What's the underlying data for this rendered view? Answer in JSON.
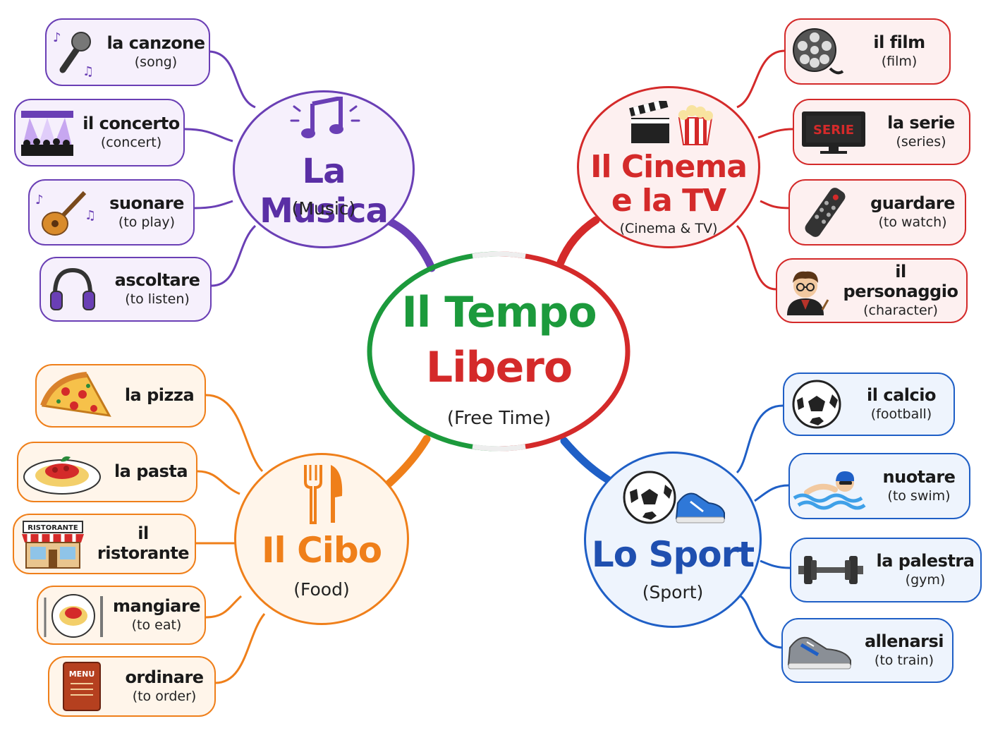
{
  "center": {
    "title_line1": "Il Tempo",
    "title_line2": "Libero",
    "subtitle": "(Free Time)"
  },
  "colors": {
    "music": "#6a3fb5",
    "cinema": "#d42a2a",
    "food": "#ef7f1a",
    "sport": "#1f5fc6",
    "italy_green": "#1c9a3c",
    "italy_red": "#d42a2a"
  },
  "music": {
    "title": "La Musica",
    "subtitle": "(Music)",
    "icon": "music-note-icon",
    "items": [
      {
        "word": "la canzone",
        "translation": "(song)",
        "icon": "microphone-icon"
      },
      {
        "word": "il concerto",
        "translation": "(concert)",
        "icon": "concert-stage-icon"
      },
      {
        "word": "suonare",
        "translation": "(to play)",
        "icon": "guitar-icon"
      },
      {
        "word": "ascoltare",
        "translation": "(to listen)",
        "icon": "headphones-icon"
      }
    ]
  },
  "cinema": {
    "title_line1": "Il Cinema",
    "title_line2": "e la TV",
    "subtitle": "(Cinema & TV)",
    "icon": "clapperboard-popcorn-icon",
    "items": [
      {
        "word": "il film",
        "translation": "(film)",
        "icon": "film-reel-icon"
      },
      {
        "word": "la serie",
        "translation": "(series)",
        "icon": "tv-icon",
        "icon_label": "SERIE"
      },
      {
        "word": "guardare",
        "translation": "(to watch)",
        "icon": "remote-control-icon"
      },
      {
        "word": "il personaggio",
        "translation": "(character)",
        "icon": "character-icon"
      }
    ]
  },
  "food": {
    "title": "Il Cibo",
    "subtitle": "(Food)",
    "icon": "fork-knife-icon",
    "items": [
      {
        "word": "la pizza",
        "translation": "",
        "icon": "pizza-icon"
      },
      {
        "word": "la pasta",
        "translation": "",
        "icon": "pasta-icon"
      },
      {
        "word": "il ristorante",
        "translation": "",
        "icon": "restaurant-icon",
        "icon_label": "RISTORANTE"
      },
      {
        "word": "mangiare",
        "translation": "(to eat)",
        "icon": "plate-icon"
      },
      {
        "word": "ordinare",
        "translation": "(to order)",
        "icon": "menu-icon",
        "icon_label": "MENU"
      }
    ]
  },
  "sport": {
    "title": "Lo Sport",
    "subtitle": "(Sport)",
    "icon": "ball-shoe-icon",
    "items": [
      {
        "word": "il calcio",
        "translation": "(football)",
        "icon": "soccer-ball-icon"
      },
      {
        "word": "nuotare",
        "translation": "(to swim)",
        "icon": "swimmer-icon"
      },
      {
        "word": "la palestra",
        "translation": "(gym)",
        "icon": "dumbbell-icon"
      },
      {
        "word": "allenarsi",
        "translation": "(to train)",
        "icon": "sneaker-icon"
      }
    ]
  }
}
